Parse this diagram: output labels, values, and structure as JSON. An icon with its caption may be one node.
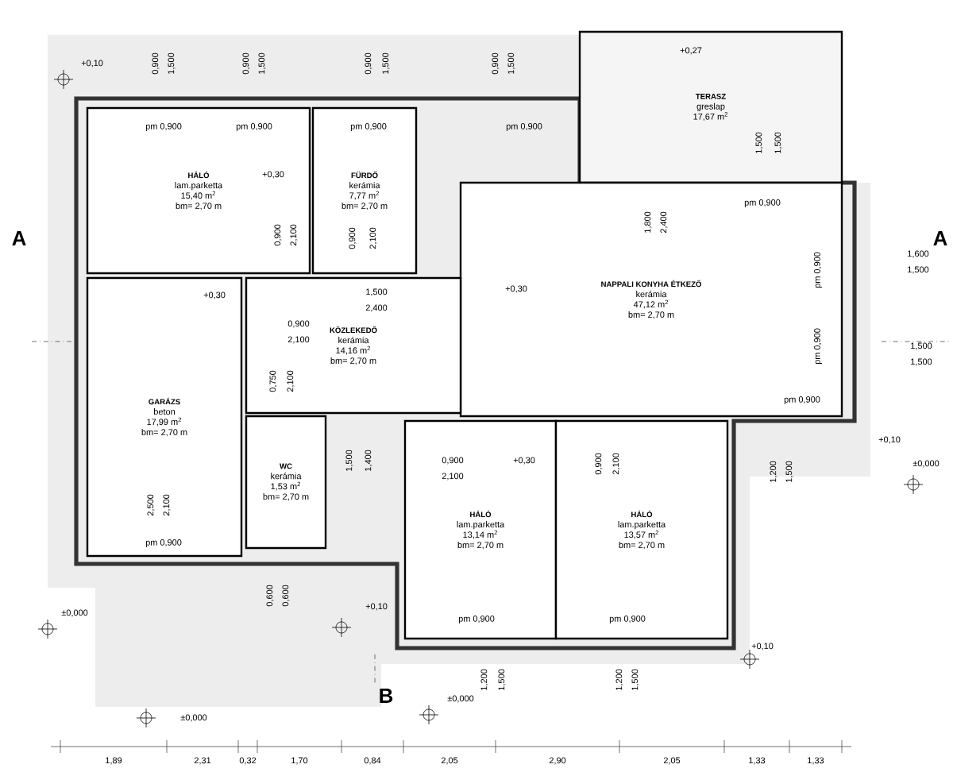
{
  "diagram": {
    "nodes": [
      {
        "text": [
          "HÁLÓ",
          "lam.parketta",
          "15,40 m$^{2}$",
          "bm= 2,70 m"
        ]
      },
      {
        "text": [
          "FÜRDŐ",
          "kerámia",
          "7,77 m$^{2}$",
          "bm= 2,70 m"
        ]
      },
      {
        "text": [
          "TERASZ",
          "greslap",
          "17,67 m$^{2}$"
        ]
      },
      {
        "text": [
          "NAPPALI KONYHA ÉTKEZŐ",
          "kerámia",
          "47,12 m$^{2}$",
          "bm= 2,70 m"
        ]
      },
      {
        "text": [
          "KÖZLEKEDŐ",
          "kerámia",
          "14,16 m$^{2}$",
          "bm= 2,70 m"
        ]
      },
      {
        "text": [
          "GARÁZS",
          "beton",
          "17,99 m$^{2}$",
          "bm= 2,70 m"
        ]
      },
      {
        "text": [
          "WC",
          "kerámia",
          "1,53 m$^{2}$",
          "bm= 2,70 m"
        ]
      },
      {
        "text": [
          "HÁLÓ",
          "lam.parketta",
          "13,14 m$^{2}$",
          "bm= 2,70 m"
        ]
      },
      {
        "text": [
          "HÁLÓ",
          "lam.parketta",
          "13,57 m$^{2}$",
          "bm= 2,70 m"
        ]
      }
    ],
    "labels": [
      "+0,10",
      "0,900",
      "1,500",
      "0,900",
      "1,500",
      "0,900",
      "1,500",
      "0,900",
      "1,500",
      "+0,27",
      "1,500",
      "1,500",
      "pm 0,900",
      "pm 0,900",
      "pm 0,900",
      "pm 0,900",
      "+0,30",
      "pm 0,900",
      "A",
      "A",
      "1,800",
      "2,400",
      "0,900",
      "2,100",
      "0,900",
      "2,100",
      "1,600",
      "1,500",
      "pm 0,900",
      "+0,30",
      "+0,30",
      "1,500",
      "2,400",
      "0,900",
      "2,100",
      "pm 0,900",
      "1,500",
      "1,500",
      "0,750",
      "2,100",
      "pm 0,900",
      "+0,10",
      "1,500",
      "1,400",
      "0,900",
      "2,100",
      "+0,30",
      "0,900",
      "2,100",
      "±0,000",
      "1,200",
      "1,500",
      "2,500",
      "2,100",
      "pm 0,900",
      "0,600",
      "0,600",
      "+0,10",
      "±0,000",
      "pm 0,900",
      "pm 0,900",
      "+0,10",
      "1,200",
      "1,500",
      "1,200",
      "1,500",
      "B",
      "±0,000",
      "±0,000",
      "1,89",
      "2,31",
      "0,32",
      "1,70",
      "0,84",
      "2,05",
      "2,90",
      "2,05",
      "1,33",
      "1,33"
    ]
  }
}
